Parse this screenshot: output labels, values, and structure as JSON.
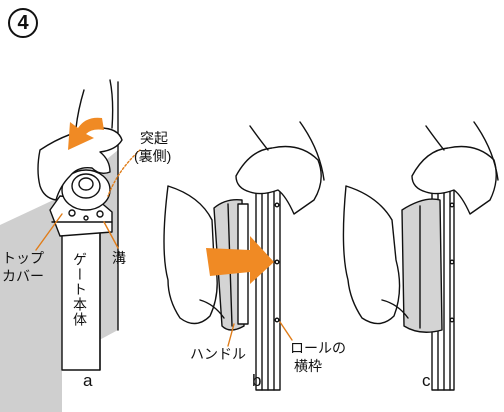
{
  "step_number": "4",
  "labels": {
    "protrusion": "突起",
    "backside": "(裏側)",
    "top_cover_line1": "トップ",
    "top_cover_line2": "カバー",
    "gate_body": "ゲート本体",
    "groove": "溝",
    "handle": "ハンドル",
    "roll_frame_line1": "ロールの",
    "roll_frame_line2": "横枠"
  },
  "panels": [
    "a",
    "b",
    "c"
  ],
  "colors": {
    "line": "#111111",
    "wall_gray": "#cfcfcf",
    "handle_gray": "#d4d4d4",
    "arrow_orange": "#f08a24",
    "leader_orange": "#e07c18"
  }
}
